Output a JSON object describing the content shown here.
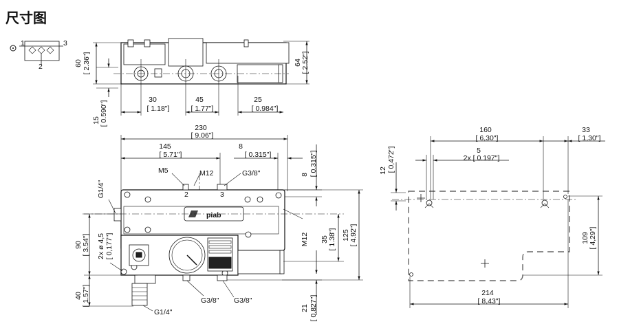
{
  "title": "尺寸图",
  "symbol": {
    "port1": "1",
    "port2": "2",
    "port3": "3"
  },
  "top_view": {
    "h_left": "60",
    "h_left_in": "[ 2.36\"]",
    "h_right": "64",
    "h_right_in": "[ 2.52\"]",
    "d30": "30",
    "d30_in": "[ 1.18\"]",
    "d45": "45",
    "d45_in": "[ 1.77\"]",
    "d25": "25",
    "d25_in": "[ 0.984\"]",
    "d15": "15",
    "d15_in": "[ 0.590\"]"
  },
  "front_view": {
    "w230": "230",
    "w230_in": "[ 9.06\"]",
    "w145": "145",
    "w145_in": "[ 5.71\"]",
    "w8": "8",
    "w8_in": "[ 0.315\"]",
    "v8": "8",
    "v8_in": "[ 0.315\"]",
    "m5": "M5",
    "m12_top": "M12",
    "g38_top": "G3/8\"",
    "port2": "2",
    "port3": "3",
    "g14_left": "G1/4\"",
    "hole": "2x ø 4,5",
    "hole_in": "[ 0,177\"]",
    "h90": "90",
    "h90_in": "[ 3.54\"]",
    "h40": "40",
    "h40_in": "[ 1.57\"]",
    "m12_right": "M12",
    "h35": "35",
    "h35_in": "[ 1.38\"]",
    "h125": "125",
    "h125_in": "[ 4.92\"]",
    "h21": "21",
    "h21_in": "[ 0.827\"]",
    "g38_bottom1": "G3/8\"",
    "g38_bottom2": "G3/8\"",
    "g14_bottom": "G1/4\"",
    "brand": "piab"
  },
  "mount_view": {
    "w160": "160",
    "w160_in": "[ 6,30\"]",
    "w33": "33",
    "w33_in": "[ 1,30\"]",
    "w5": "5",
    "w5_in": "2x  [ 0.197\"]",
    "h12": "12",
    "h12_in": "[ 0,472\"]",
    "h109": "109",
    "h109_in": "[ 4,29\"]",
    "w214": "214",
    "w214_in": "[ 8,43\"]"
  }
}
